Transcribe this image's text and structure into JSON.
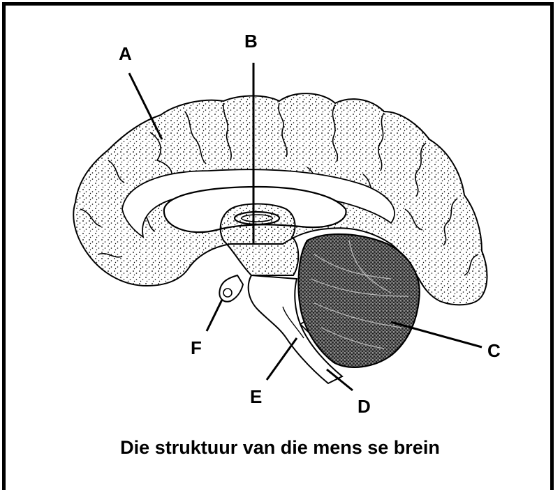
{
  "caption": "Die struktuur van die mens se brein",
  "labels": {
    "a": "A",
    "b": "B",
    "c": "C",
    "d": "D",
    "e": "E",
    "f": "F"
  },
  "colors": {
    "outline": "#000000",
    "background": "#ffffff"
  }
}
